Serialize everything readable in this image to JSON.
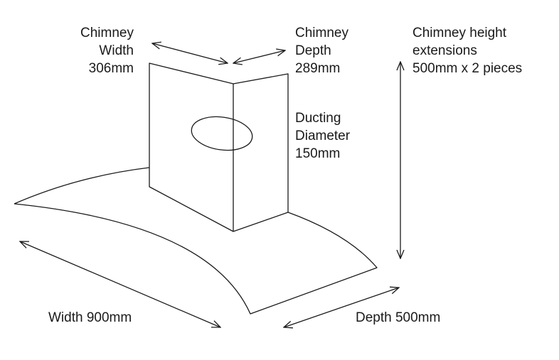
{
  "labels": {
    "chimney_width": {
      "line1": "Chimney",
      "line2": "Width",
      "line3": "306mm"
    },
    "chimney_depth": {
      "line1": "Chimney",
      "line2": "Depth",
      "line3": "289mm"
    },
    "chimney_height": {
      "line1": "Chimney height",
      "line2": "extensions",
      "line3": "500mm x 2 pieces"
    },
    "ducting": {
      "line1": "Ducting",
      "line2": "Diameter",
      "line3": "150mm"
    },
    "width": "Width 900mm",
    "depth": "Depth 500mm"
  },
  "colors": {
    "line": "#1a1a1a",
    "background": "#ffffff"
  }
}
